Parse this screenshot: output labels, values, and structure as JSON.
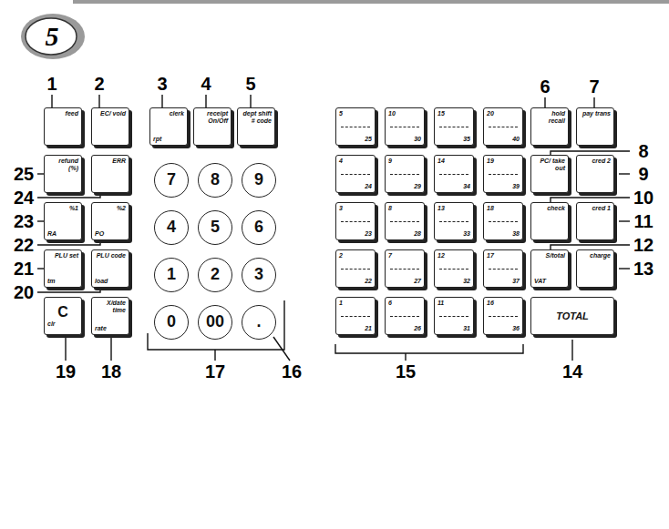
{
  "diagram": {
    "nodes": [
      {
        "text": [
          "feed"
        ]
      },
      {
        "text": [
          "EC/ void"
        ]
      },
      {
        "text": [
          "clerk",
          "rpt"
        ]
      },
      {
        "text": [
          "receipt On/Off"
        ]
      },
      {
        "text": [
          "dept shift # code"
        ]
      },
      {
        "text": [
          "refund (%)"
        ]
      },
      {
        "text": [
          "ERR"
        ]
      },
      {
        "text": [
          "%1",
          "RA"
        ]
      },
      {
        "text": [
          "%2",
          "PO"
        ]
      },
      {
        "text": [
          "PLU set",
          "tm"
        ]
      },
      {
        "text": [
          "PLU code",
          "load"
        ]
      },
      {
        "text": [
          "C",
          "clr"
        ]
      },
      {
        "text": [
          "X/date time",
          "rate"
        ]
      },
      {
        "text": [
          "7"
        ]
      },
      {
        "text": [
          "8"
        ]
      },
      {
        "text": [
          "9"
        ]
      },
      {
        "text": [
          "4"
        ]
      },
      {
        "text": [
          "5"
        ]
      },
      {
        "text": [
          "6"
        ]
      },
      {
        "text": [
          "1"
        ]
      },
      {
        "text": [
          "2"
        ]
      },
      {
        "text": [
          "3"
        ]
      },
      {
        "text": [
          "0"
        ]
      },
      {
        "text": [
          "00"
        ]
      },
      {
        "text": [
          "."
        ]
      },
      {
        "text": [
          "5",
          "25"
        ]
      },
      {
        "text": [
          "10",
          "30"
        ]
      },
      {
        "text": [
          "15",
          "35"
        ]
      },
      {
        "text": [
          "20",
          "40"
        ]
      },
      {
        "text": [
          "4",
          "24"
        ]
      },
      {
        "text": [
          "9",
          "29"
        ]
      },
      {
        "text": [
          "14",
          "34"
        ]
      },
      {
        "text": [
          "19",
          "39"
        ]
      },
      {
        "text": [
          "3",
          "23"
        ]
      },
      {
        "text": [
          "8",
          "28"
        ]
      },
      {
        "text": [
          "13",
          "33"
        ]
      },
      {
        "text": [
          "18",
          "38"
        ]
      },
      {
        "text": [
          "2",
          "22"
        ]
      },
      {
        "text": [
          "7",
          "27"
        ]
      },
      {
        "text": [
          "12",
          "32"
        ]
      },
      {
        "text": [
          "17",
          "37"
        ]
      },
      {
        "text": [
          "1",
          "21"
        ]
      },
      {
        "text": [
          "6",
          "26"
        ]
      },
      {
        "text": [
          "11",
          "31"
        ]
      },
      {
        "text": [
          "16",
          "36"
        ]
      },
      {
        "text": [
          "hold recall"
        ]
      },
      {
        "text": [
          "pay trans"
        ]
      },
      {
        "text": [
          "PC/ take out"
        ]
      },
      {
        "text": [
          "cred 2"
        ]
      },
      {
        "text": [
          "check"
        ]
      },
      {
        "text": [
          "cred 1"
        ]
      },
      {
        "text": [
          "S/total",
          "VAT"
        ]
      },
      {
        "text": [
          "charge"
        ]
      },
      {
        "text": [
          "TOTAL"
        ]
      }
    ],
    "labels": [
      "5",
      "1",
      "2",
      "3",
      "4",
      "5",
      "6",
      "7",
      "8",
      "9",
      "10",
      "11",
      "12",
      "13",
      "14",
      "15",
      "16",
      "17",
      "18",
      "19",
      "20",
      "21",
      "22",
      "23",
      "24",
      "25"
    ]
  }
}
